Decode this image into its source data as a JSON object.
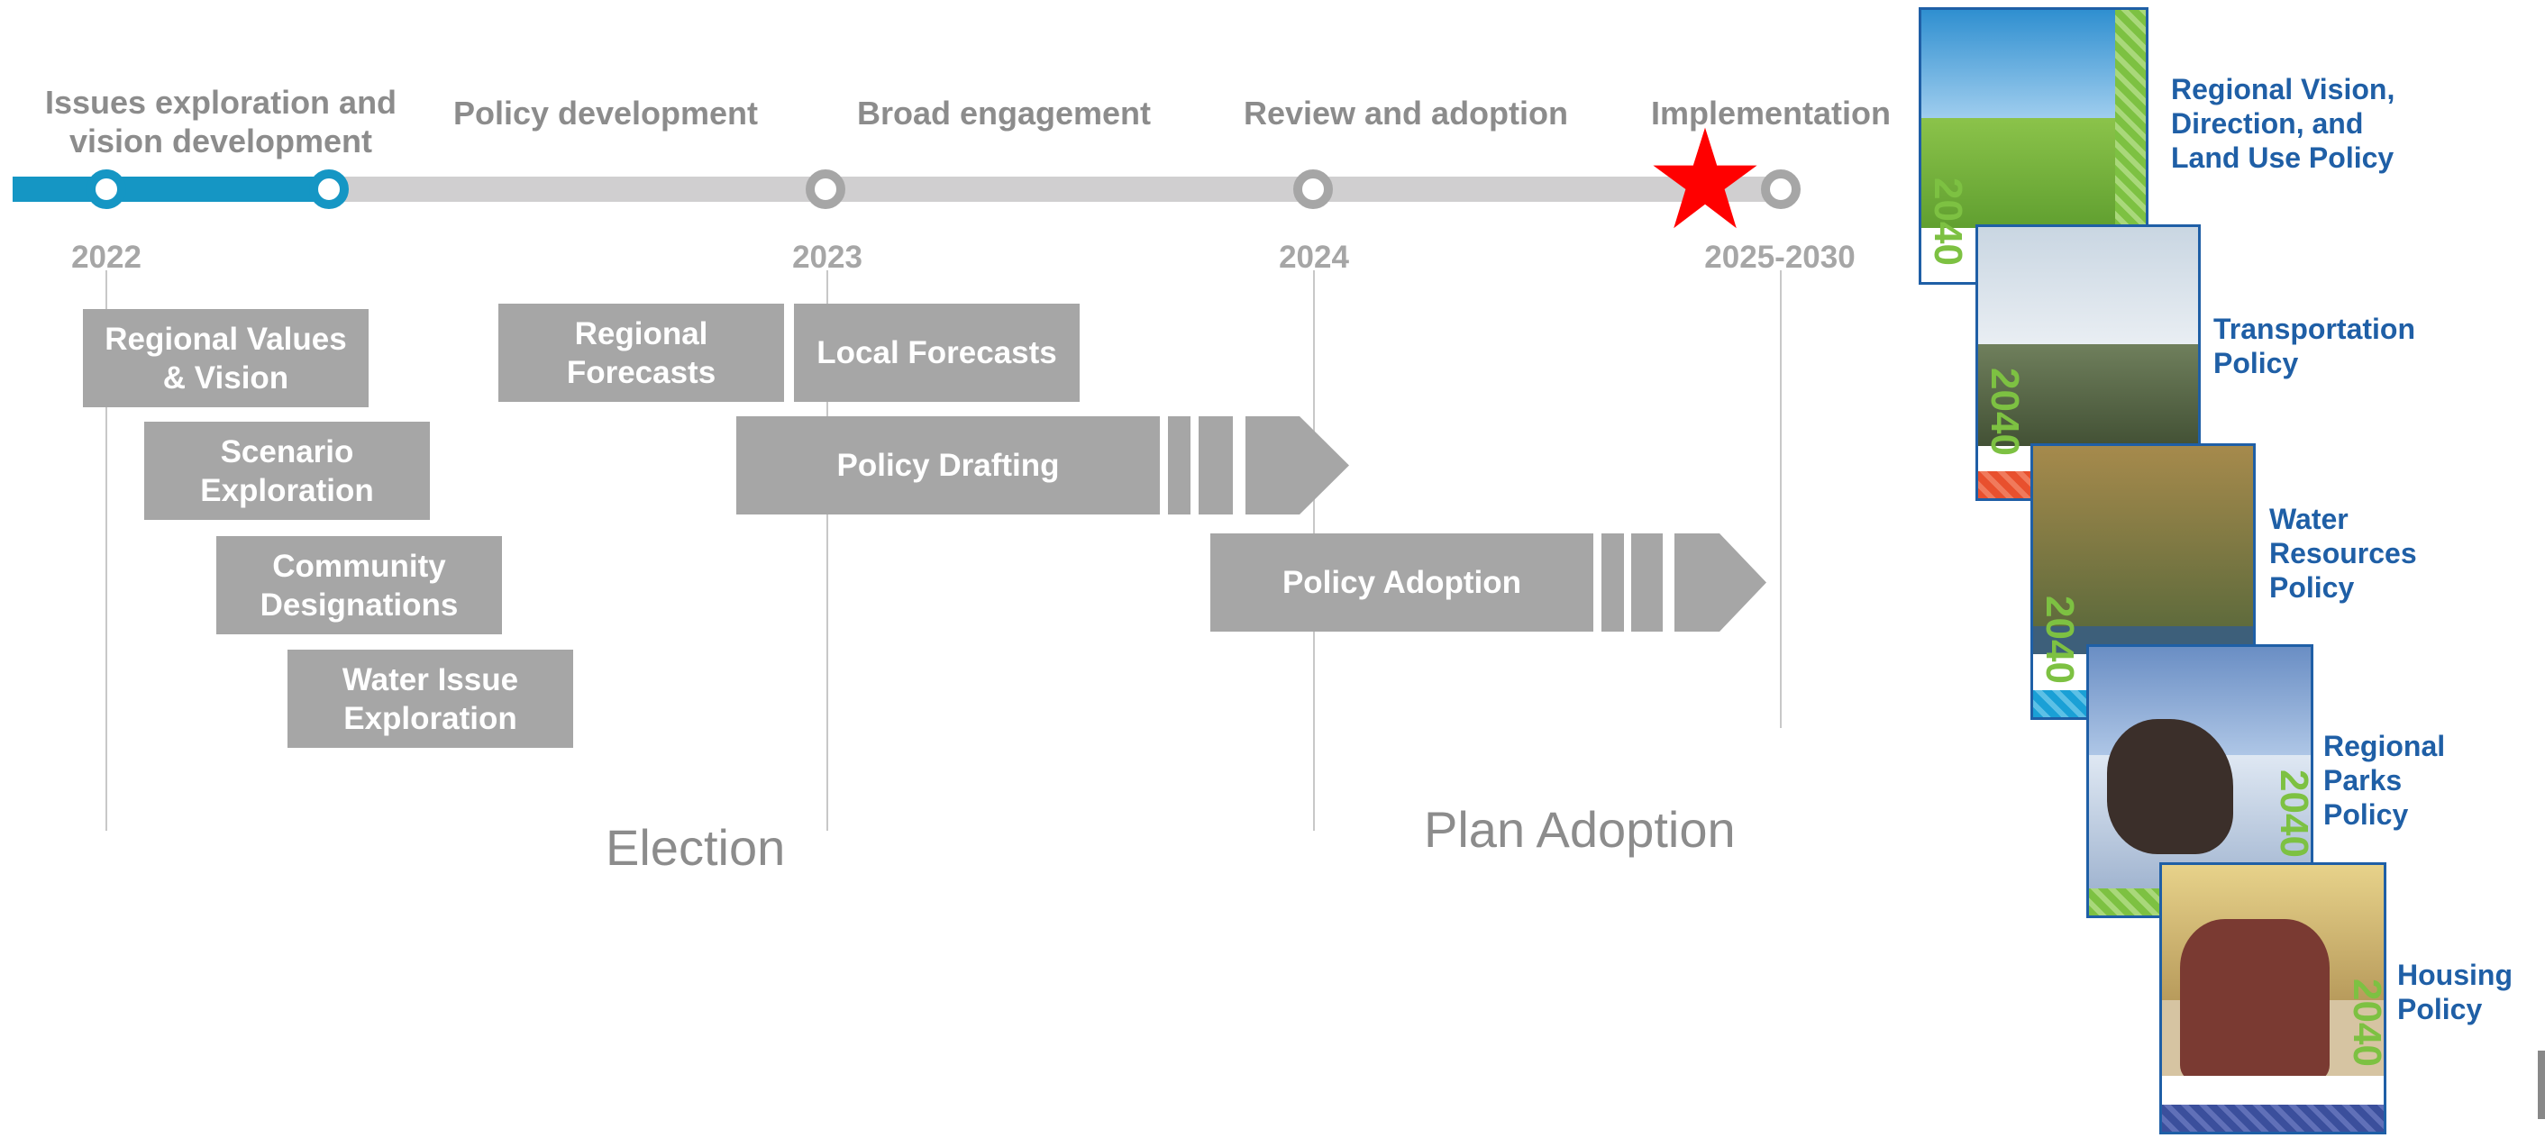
{
  "phases": [
    {
      "label_line1": "Issues exploration and",
      "label_line2": "vision development"
    },
    {
      "label": "Policy development"
    },
    {
      "label": "Broad engagement"
    },
    {
      "label": "Review and adoption"
    },
    {
      "label": "Implementation"
    }
  ],
  "years": [
    "2022",
    "2023",
    "2024",
    "2025-2030"
  ],
  "boxes": {
    "regional_values_1": "Regional Values",
    "regional_values_2": "& Vision",
    "scenario_1": "Scenario",
    "scenario_2": "Exploration",
    "community_1": "Community",
    "community_2": "Designations",
    "water_issue_1": "Water Issue",
    "water_issue_2": "Exploration",
    "regional_forecasts_1": "Regional",
    "regional_forecasts_2": "Forecasts",
    "local_forecasts": "Local Forecasts",
    "policy_drafting": "Policy Drafting",
    "policy_adoption": "Policy Adoption"
  },
  "events": {
    "election": "Election",
    "plan_adoption": "Plan Adoption"
  },
  "documents": [
    {
      "line1": "Regional Vision,",
      "line2": "Direction, and",
      "line3": "Land Use Policy"
    },
    {
      "line1": "Transportation",
      "line2": "Policy"
    },
    {
      "line1": "Water",
      "line2": "Resources",
      "line3": "Policy"
    },
    {
      "line1": "Regional",
      "line2": "Parks",
      "line3": "Policy"
    },
    {
      "line1": "Housing",
      "line2": "Policy"
    }
  ],
  "cover_numbers": [
    "2040",
    "2040",
    "2040",
    "2040",
    "2040"
  ],
  "colors": {
    "progress": "#1596c4",
    "track": "#d0cfd0",
    "box": "#a6a6a6",
    "star": "#ff0000",
    "doc_label": "#1f5fa6"
  },
  "icons": {
    "current_marker": "star-icon"
  }
}
